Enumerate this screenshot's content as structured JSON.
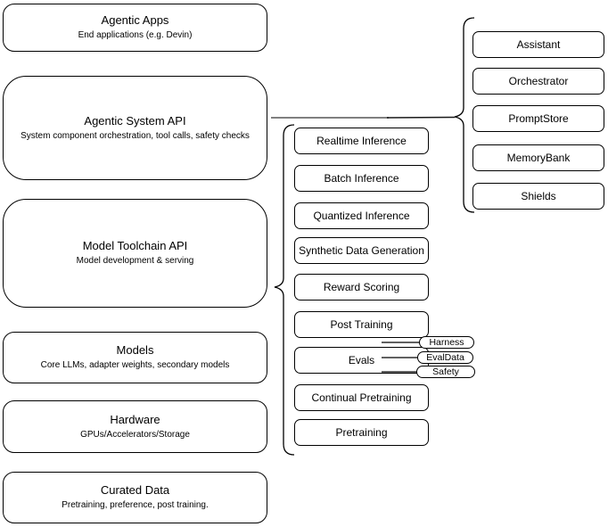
{
  "left_boxes": [
    {
      "title": "Agentic Apps",
      "subtitle": "End applications (e.g. Devin)"
    },
    {
      "title": "Agentic System API",
      "subtitle": "System component orchestration, tool calls, safety checks"
    },
    {
      "title": "Model Toolchain API",
      "subtitle": "Model development & serving"
    },
    {
      "title": "Models",
      "subtitle": "Core LLMs, adapter weights, secondary models"
    },
    {
      "title": "Hardware",
      "subtitle": "GPUs/Accelerators/Storage"
    },
    {
      "title": "Curated Data",
      "subtitle": "Pretraining, preference, post training."
    }
  ],
  "middle_boxes": [
    "Realtime Inference",
    "Batch Inference",
    "Quantized Inference",
    "Synthetic Data Generation",
    "Reward Scoring",
    "Post Training",
    "Evals",
    "Continual Pretraining",
    "Pretraining"
  ],
  "eval_pills": [
    "Harness",
    "EvalData",
    "Safety"
  ],
  "right_boxes": [
    "Assistant",
    "Orchestrator",
    "PromptStore",
    "MemoryBank",
    "Shields"
  ],
  "colors": {
    "stroke": "#000000",
    "connector_gray": "#808080",
    "background": "#ffffff",
    "node_fill": "#ffffff"
  }
}
